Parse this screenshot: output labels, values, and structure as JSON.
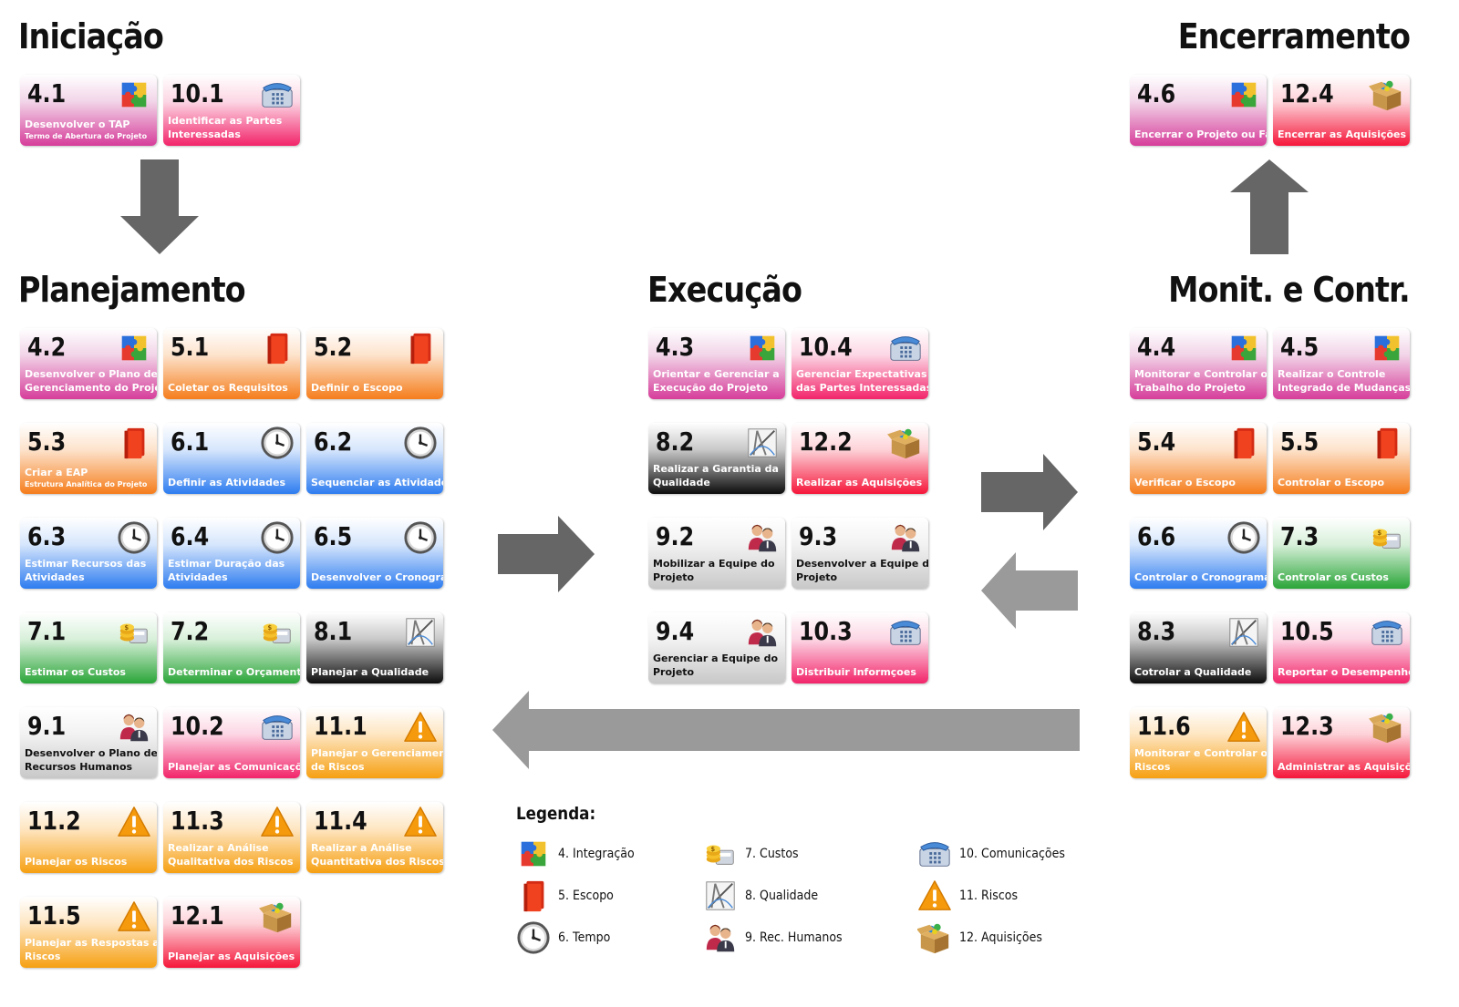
{
  "phases": {
    "iniciacao": "Iniciação",
    "encerramento": "Encerramento",
    "planejamento": "Planejamento",
    "execucao": "Execução",
    "monitoramento": "Monit. e Contr."
  },
  "colors": {
    "integracao": "#d63d9a",
    "escopo": "#f57d1c",
    "tempo": "#2d7cf0",
    "custos": "#2aa538",
    "qualidade": "#111111",
    "rh": "#c8c8c8",
    "comunicacoes": "#f2246a",
    "riscos": "#f6a012",
    "aquisicoes": "#f5163a"
  },
  "cards": [
    {
      "id": "4.1",
      "label": "Desenvolver o TAP",
      "sub": "Termo de Abertura do Projeto",
      "area": "integracao",
      "icon": "puzzle-icon"
    },
    {
      "id": "10.1",
      "label": "Identificar as Partes",
      "label2": "Interessadas",
      "area": "comunicacoes",
      "icon": "phone-icon"
    },
    {
      "id": "4.6",
      "label": "Encerrar o Projeto ou Fase",
      "area": "integracao",
      "icon": "puzzle-icon"
    },
    {
      "id": "12.4",
      "label": "Encerrar as Aquisições",
      "area": "aquisicoes",
      "icon": "box-icon"
    },
    {
      "id": "4.2",
      "label": "Desenvolver o Plano de",
      "label2": "Gerenciamento do Projeto",
      "area": "integracao",
      "icon": "puzzle-icon"
    },
    {
      "id": "5.1",
      "label": "Coletar os Requisitos",
      "area": "escopo",
      "icon": "book-icon"
    },
    {
      "id": "5.2",
      "label": "Definir o Escopo",
      "area": "escopo",
      "icon": "book-icon"
    },
    {
      "id": "5.3",
      "label": "Criar a EAP",
      "sub": "Estrutura Analítica do Projeto",
      "area": "escopo",
      "icon": "book-icon"
    },
    {
      "id": "6.1",
      "label": "Definir as Atividades",
      "area": "tempo",
      "icon": "clock-icon"
    },
    {
      "id": "6.2",
      "label": "Sequenciar as Atividades",
      "area": "tempo",
      "icon": "clock-icon"
    },
    {
      "id": "6.3",
      "label": "Estimar Recursos das",
      "label2": "Atividades",
      "area": "tempo",
      "icon": "clock-icon"
    },
    {
      "id": "6.4",
      "label": "Estimar Duração das",
      "label2": "Atividades",
      "area": "tempo",
      "icon": "clock-icon"
    },
    {
      "id": "6.5",
      "label": "Desenvolver o Cronograma",
      "area": "tempo",
      "icon": "clock-icon"
    },
    {
      "id": "7.1",
      "label": "Estimar os Custos",
      "area": "custos",
      "icon": "coins-icon"
    },
    {
      "id": "7.2",
      "label": "Determinar o Orçamento",
      "area": "custos",
      "icon": "coins-icon"
    },
    {
      "id": "8.1",
      "label": "Planejar a Qualidade",
      "area": "qualidade",
      "icon": "compass-icon"
    },
    {
      "id": "9.1",
      "label": "Desenvolver o Plano de",
      "label2": "Recursos Humanos",
      "area": "rh",
      "icon": "people-icon"
    },
    {
      "id": "10.2",
      "label": "Planejar as Comunicações",
      "area": "comunicacoes",
      "icon": "phone-icon"
    },
    {
      "id": "11.1",
      "label": "Planejar o Gerenciamento",
      "label2": "de Riscos",
      "area": "riscos",
      "icon": "warning-icon"
    },
    {
      "id": "11.2",
      "label": "Planejar os Riscos",
      "area": "riscos",
      "icon": "warning-icon"
    },
    {
      "id": "11.3",
      "label": "Realizar a Análise",
      "label2": "Qualitativa dos Riscos",
      "area": "riscos",
      "icon": "warning-icon"
    },
    {
      "id": "11.4",
      "label": "Realizar a Análise",
      "label2": "Quantitativa dos Riscos",
      "area": "riscos",
      "icon": "warning-icon"
    },
    {
      "id": "11.5",
      "label": "Planejar as Respostas aos",
      "label2": "Riscos",
      "area": "riscos",
      "icon": "warning-icon"
    },
    {
      "id": "12.1",
      "label": "Planejar as Aquisições",
      "area": "aquisicoes",
      "icon": "box-icon"
    },
    {
      "id": "4.3",
      "label": "Orientar e Gerenciar a",
      "label2": "Execução do Projeto",
      "area": "integracao",
      "icon": "puzzle-icon"
    },
    {
      "id": "10.4",
      "label": "Gerenciar Expectativas",
      "label2": "das Partes Interessadas",
      "area": "comunicacoes",
      "icon": "phone-icon"
    },
    {
      "id": "8.2",
      "label": "Realizar a Garantia da",
      "label2": "Qualidade",
      "area": "qualidade",
      "icon": "compass-icon"
    },
    {
      "id": "12.2",
      "label": "Realizar as Aquisições",
      "area": "aquisicoes",
      "icon": "box-icon"
    },
    {
      "id": "9.2",
      "label": "Mobilizar a Equipe do",
      "label2": "Projeto",
      "area": "rh",
      "icon": "people-icon"
    },
    {
      "id": "9.3",
      "label": "Desenvolver a Equipe do",
      "label2": "Projeto",
      "area": "rh",
      "icon": "people-icon"
    },
    {
      "id": "9.4",
      "label": "Gerenciar a Equipe do",
      "label2": "Projeto",
      "area": "rh",
      "icon": "people-icon"
    },
    {
      "id": "10.3",
      "label": "Distribuir Informçoes",
      "area": "comunicacoes",
      "icon": "phone-icon"
    },
    {
      "id": "4.4",
      "label": "Monitorar e Controlar o",
      "label2": "Trabalho do Projeto",
      "area": "integracao",
      "icon": "puzzle-icon"
    },
    {
      "id": "4.5",
      "label": "Realizar o Controle",
      "label2": "Integrado de Mudanças",
      "area": "integracao",
      "icon": "puzzle-icon"
    },
    {
      "id": "5.4",
      "label": "Verificar o Escopo",
      "area": "escopo",
      "icon": "book-icon"
    },
    {
      "id": "5.5",
      "label": "Controlar o Escopo",
      "area": "escopo",
      "icon": "book-icon"
    },
    {
      "id": "6.6",
      "label": "Controlar o Cronograma",
      "area": "tempo",
      "icon": "clock-icon"
    },
    {
      "id": "7.3",
      "label": "Controlar os Custos",
      "area": "custos",
      "icon": "coins-icon"
    },
    {
      "id": "8.3",
      "label": "Cotrolar a Qualidade",
      "area": "qualidade",
      "icon": "compass-icon"
    },
    {
      "id": "10.5",
      "label": "Reportar o Desempenho",
      "area": "comunicacoes",
      "icon": "phone-icon"
    },
    {
      "id": "11.6",
      "label": "Monitorar e Controlar os",
      "label2": "Riscos",
      "area": "riscos",
      "icon": "warning-icon"
    },
    {
      "id": "12.3",
      "label": "Administrar as Aquisições",
      "area": "aquisicoes",
      "icon": "box-icon"
    }
  ],
  "legend": {
    "title": "Legenda:",
    "items": [
      {
        "label": "4. Integração",
        "icon": "puzzle-icon"
      },
      {
        "label": "5. Escopo",
        "icon": "book-icon"
      },
      {
        "label": "6. Tempo",
        "icon": "clock-icon"
      },
      {
        "label": "7. Custos",
        "icon": "coins-icon"
      },
      {
        "label": "8. Qualidade",
        "icon": "compass-icon"
      },
      {
        "label": "9. Rec. Humanos",
        "icon": "people-icon"
      },
      {
        "label": "10. Comunicações",
        "icon": "phone-icon"
      },
      {
        "label": "11. Riscos",
        "icon": "warning-icon"
      },
      {
        "label": "12. Aquisições",
        "icon": "box-icon"
      }
    ]
  }
}
